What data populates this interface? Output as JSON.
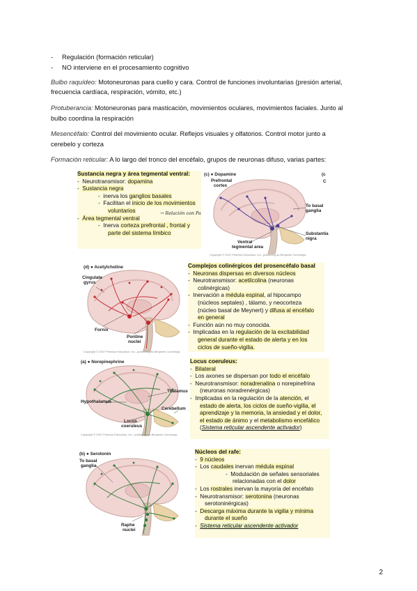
{
  "top_list": [
    "Regulación (formación reticular)",
    "NO interviene en el procesamiento cognitivo"
  ],
  "paragraphs": {
    "bulbo_term": "Bulbo raquídeo:",
    "bulbo_line1": " Motoneuronas para cuello y cara. Control de funciones involuntarias (presión arterial,",
    "bulbo_line2": "frecuencia cardíaca, respiración, vómito, etc.)",
    "prot_term": "Protuberancia:",
    "prot_line1": " Motoneuronas para masticación, movimientos oculares, movimientos faciales. Junto al",
    "prot_line2": "bulbo coordina la respiración",
    "mes_term": "Mesencéfalo:",
    "mes_line1": " Control del movimiento ocular. Reflejos visuales y olfatorios. Control motor junto a",
    "mes_line2": "cerebelo y corteza",
    "form_term": "Formación reticular:",
    "form_line1": " A lo largo del tronco del encéfalo, grupos de neuronas difuso, varias partes:"
  },
  "dopamine": {
    "title": "Sustancia negra y área tegmental ventral:",
    "l1a": "Neurotransmisor: ",
    "l1b": "dopamina",
    "l2": "Sustancia negra",
    "l3a": "inerva los ",
    "l3b": "ganglios basales",
    "l4a": "Facilitan el ",
    "l4b": "inicio de los movimientos",
    "l5": "voluntarios",
    "hand_note": "Relación con Parkinson",
    "l6": "Área tegmental ventral",
    "l7a": "Inerva ",
    "l7b": "corteza prefrontal , frontal y",
    "l8": "parte del sistema límbico",
    "fig": {
      "panel": "(c)",
      "name": "Dopamine",
      "prefrontal": "Prefrontal",
      "cortex": "cortex",
      "basal1": "To basal",
      "basal2": "ganglia",
      "sn1": "Substantia",
      "sn2": "nigra",
      "vta1": "Ventral",
      "vta2": "tegmental area",
      "corner_c": "(c",
      "corner_c2": "C",
      "copyright": "Copyright © 2007 Pearson Education, Inc., publishing as Benjamin Cummings."
    }
  },
  "acetylcholine": {
    "title": "Complejos colinérgicos del prosencéfalo basal",
    "l1": "Neuronas dispersas en diversos núcleos",
    "l2a": "Neurotransmisor: ",
    "l2b": "acetilcolina",
    "l2c": " (neuronas",
    "l3": "colinérgicas)",
    "l4a": "Inervación a ",
    "l4b": "médula espinal",
    "l4c": ", al hipocampo",
    "l5": "(núcleos septales) , tálamo, y neocorteza",
    "l6a": "(núcleo basal de Meynert) y ",
    "l6b": "difusa al encéfalo",
    "l7": "en general",
    "l8": "Función aún no muy conocida.",
    "l9a": "Implicadas en la ",
    "l9b": "regulación de  la excitabilidad",
    "l10": "general durante el estado de alerta y en los",
    "l11": "ciclos de sueño-vigilia.",
    "fig": {
      "panel": "(d)",
      "name": "Acetylcholine",
      "cing1": "Cingulate",
      "cing2": "gyrus",
      "fornix": "Fornix",
      "pont1": "Pontine",
      "pont2": "nuclei",
      "copyright": "Copyright © 2007 Pearson Education, Inc., publishing as Benjamin Cummings."
    }
  },
  "norepinephrine": {
    "title": "Locus coeruleus:",
    "l1": "Bilateral",
    "l2a": "Los axones se dispersan por ",
    "l2b": "todo el encéfalo",
    "l3a": "Neurotransmisor: ",
    "l3b": "noradrenalina",
    "l3c": " o norepinefrina",
    "l4": "(neuronas noradrenérgicas)",
    "l5a": "Implicadas en la regulación de la ",
    "l5b": "atención",
    "l5c": ", el",
    "l6a": "estado de alerta",
    "l6b": ", los ciclos de sueño-vigilia, el",
    "l7": "aprendizaje y la memoria, la ansiedad y el dolor,",
    "l8a": "el estado de ánimo",
    "l8b": " y el ",
    "l8c": "metabolismo encefálico",
    "l9a": "(",
    "l9b": "Sistema reticular ascendente activador",
    "l9c": ")",
    "fig": {
      "panel": "(a)",
      "name": "Norepinephrine",
      "thal": "Thalamus",
      "hypo": "Hypothalamus",
      "cereb": "Cerebellum",
      "lc1": "Locus",
      "lc2": "coeruleus",
      "copyright": "Copyright © 2007 Pearson Education, Inc., publishing as Benjamin Cummings."
    }
  },
  "serotonin": {
    "title": "Núcleos del rafe:",
    "l1": "9 núcleos",
    "l2a": "Los ",
    "l2b": "caudales",
    "l2c": " inervan ",
    "l2d": "médula espinal",
    "l3": "Modulación de señales sensoriales",
    "l4a": "relacionadas con el ",
    "l4b": "dolor",
    "l5a": "Los ",
    "l5b": "rostrales",
    "l5c": " inervan la mayoría del encéfalo",
    "l6a": "Neurotransmisor: ",
    "l6b": "serotonina",
    "l6c": " (neuronas",
    "l7": "serotoninérgicas)",
    "l8": "Descarga máxima durante la vigilia y mínima",
    "l9": "durante el sueño",
    "l10": "Sistema reticular ascendente activador",
    "fig": {
      "panel": "(b)",
      "name": "Serotonin",
      "basal1": "To basal",
      "basal2": "ganglia",
      "raphe1": "Raphe",
      "raphe2": "nuclei"
    }
  },
  "page_number": "2",
  "colors": {
    "highlight_yellow": "#fbf6b8",
    "highlight_green": "#eef5c8",
    "accent_red": "#c0262d"
  }
}
